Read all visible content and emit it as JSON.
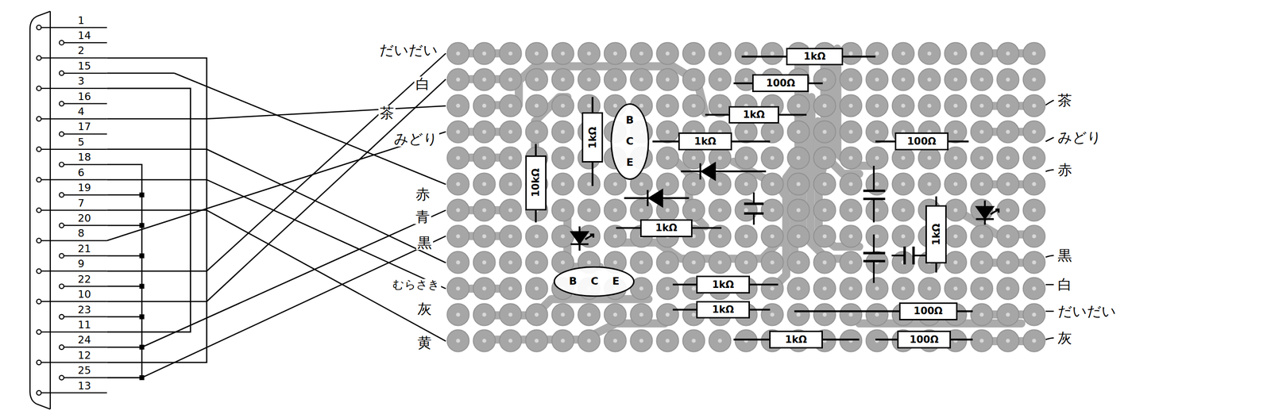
{
  "diagram": {
    "nodes": [
      {
        "text": [
          "1kΩ"
        ]
      },
      {
        "text": [
          "100Ω"
        ]
      },
      {
        "text": [
          "1kΩ"
        ]
      },
      {
        "text": [
          "1kΩ"
        ]
      },
      {
        "text": [
          "B",
          "C",
          "E"
        ]
      },
      {
        "text": [
          "1kΩ"
        ]
      },
      {
        "text": [
          "100Ω"
        ]
      },
      {
        "text": [
          "10kΩ"
        ]
      },
      {
        "text": [
          "1kΩ"
        ]
      },
      {
        "text": [
          "1kΩ"
        ]
      },
      {
        "text": [
          "B",
          "C",
          "E"
        ]
      },
      {
        "text": [
          "1kΩ"
        ]
      },
      {
        "text": [
          "1kΩ"
        ]
      },
      {
        "text": [
          "100Ω"
        ]
      },
      {
        "text": [
          "1kΩ"
        ]
      },
      {
        "text": [
          "100Ω"
        ]
      }
    ],
    "labels": [
      "1",
      "14",
      "2",
      "15",
      "3",
      "16",
      "4",
      "17",
      "5",
      "18",
      "6",
      "19",
      "7",
      "20",
      "8",
      "21",
      "9",
      "22",
      "10",
      "23",
      "11",
      "24",
      "12",
      "25",
      "13",
      "だいだい",
      "白",
      "茶",
      "みどり",
      "赤",
      "青",
      "黒",
      "むらさき",
      "灰",
      "黄",
      "茶",
      "みどり",
      "赤",
      "黒",
      "白",
      "だいだい",
      "灰"
    ]
  }
}
